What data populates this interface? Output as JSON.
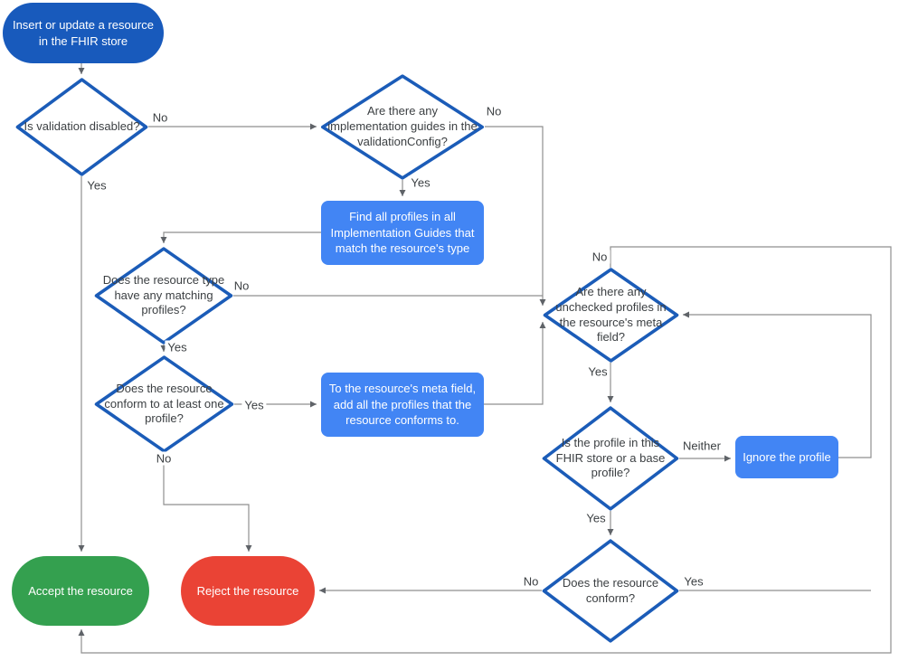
{
  "flowchart": {
    "nodes": {
      "start": {
        "label": "Insert or update a resource in the FHIR store"
      },
      "validation": {
        "label": "Is validation disabled?"
      },
      "guides": {
        "label": "Are there any implementation guides in the validationConfig?"
      },
      "find_profiles": {
        "label": "Find all profiles in all Implementation Guides that match the resource's type"
      },
      "matching": {
        "label": "Does the resource type have any matching profiles?"
      },
      "conform_one": {
        "label": "Does the resource conform to at least one profile?"
      },
      "add_meta": {
        "label": "To the resource's meta field, add all the profiles that the resource conforms to."
      },
      "unchecked": {
        "label": "Are there any unchecked profiles in the resource's meta field?"
      },
      "profile_store": {
        "label": "Is the profile in this FHIR store or a base profile?"
      },
      "ignore": {
        "label": "Ignore the profile"
      },
      "conform": {
        "label": "Does the resource conform?"
      },
      "accept": {
        "label": "Accept the resource"
      },
      "reject": {
        "label": "Reject the resource"
      }
    },
    "edge_labels": {
      "validation_no": "No",
      "validation_yes": "Yes",
      "guides_no": "No",
      "guides_yes": "Yes",
      "matching_no": "No",
      "matching_yes": "Yes",
      "conform_one_yes": "Yes",
      "conform_one_no": "No",
      "unchecked_no": "No",
      "unchecked_yes": "Yes",
      "profile_neither": "Neither",
      "profile_yes": "Yes",
      "conform_yes": "Yes",
      "conform_no": "No"
    },
    "colors": {
      "terminal_blue": "#185abc",
      "process_blue": "#4285f4",
      "accept_green": "#34a04f",
      "reject_red": "#ea4335",
      "decision_border": "#1b5cb8",
      "connector_gray": "#8f8f8f"
    }
  }
}
